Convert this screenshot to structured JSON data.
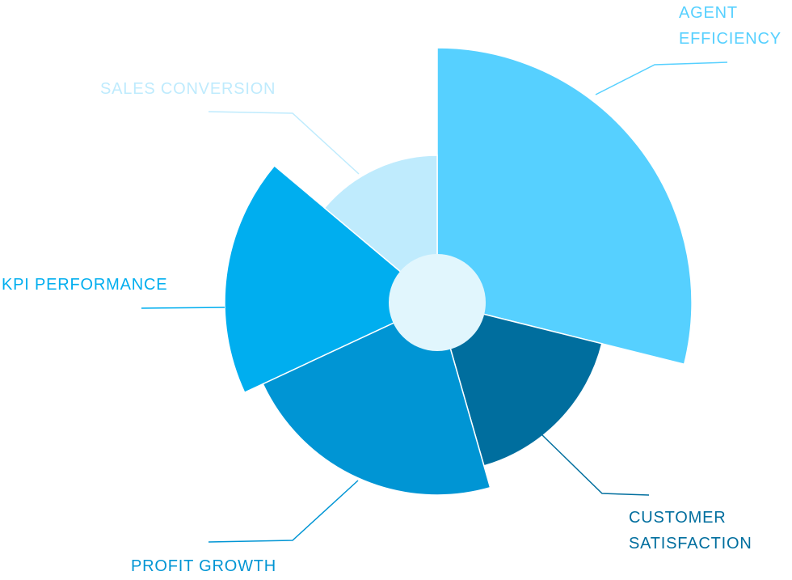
{
  "chart_data": {
    "type": "polar-area",
    "title": "",
    "series": [
      {
        "name": "AGENT EFFICIENCY",
        "label_lines": [
          "AGENT",
          "EFFICIENCY"
        ],
        "value": 315,
        "angle": 104,
        "color": "#56D0FF"
      },
      {
        "name": "CUSTOMER SATISFACTION",
        "label_lines": [
          "CUSTOMER",
          "SATISFACTION"
        ],
        "value": 210,
        "angle": 60,
        "color": "#006E9E"
      },
      {
        "name": "PROFIT GROWTH",
        "label_lines": [
          "PROFIT GROWTH"
        ],
        "value": 238,
        "angle": 81,
        "color": "#0095D4"
      },
      {
        "name": "KPI PERFORMANCE",
        "label_lines": [
          "KPI PERFORMANCE"
        ],
        "value": 263,
        "angle": 65,
        "color": "#00AEEF"
      },
      {
        "name": "SALES CONVERSION",
        "label_lines": [
          "SALES CONVERSION"
        ],
        "value": 182,
        "angle": 50,
        "color": "#BFEBFD"
      }
    ],
    "center_color": "#E1F6FD",
    "legend": "none"
  }
}
